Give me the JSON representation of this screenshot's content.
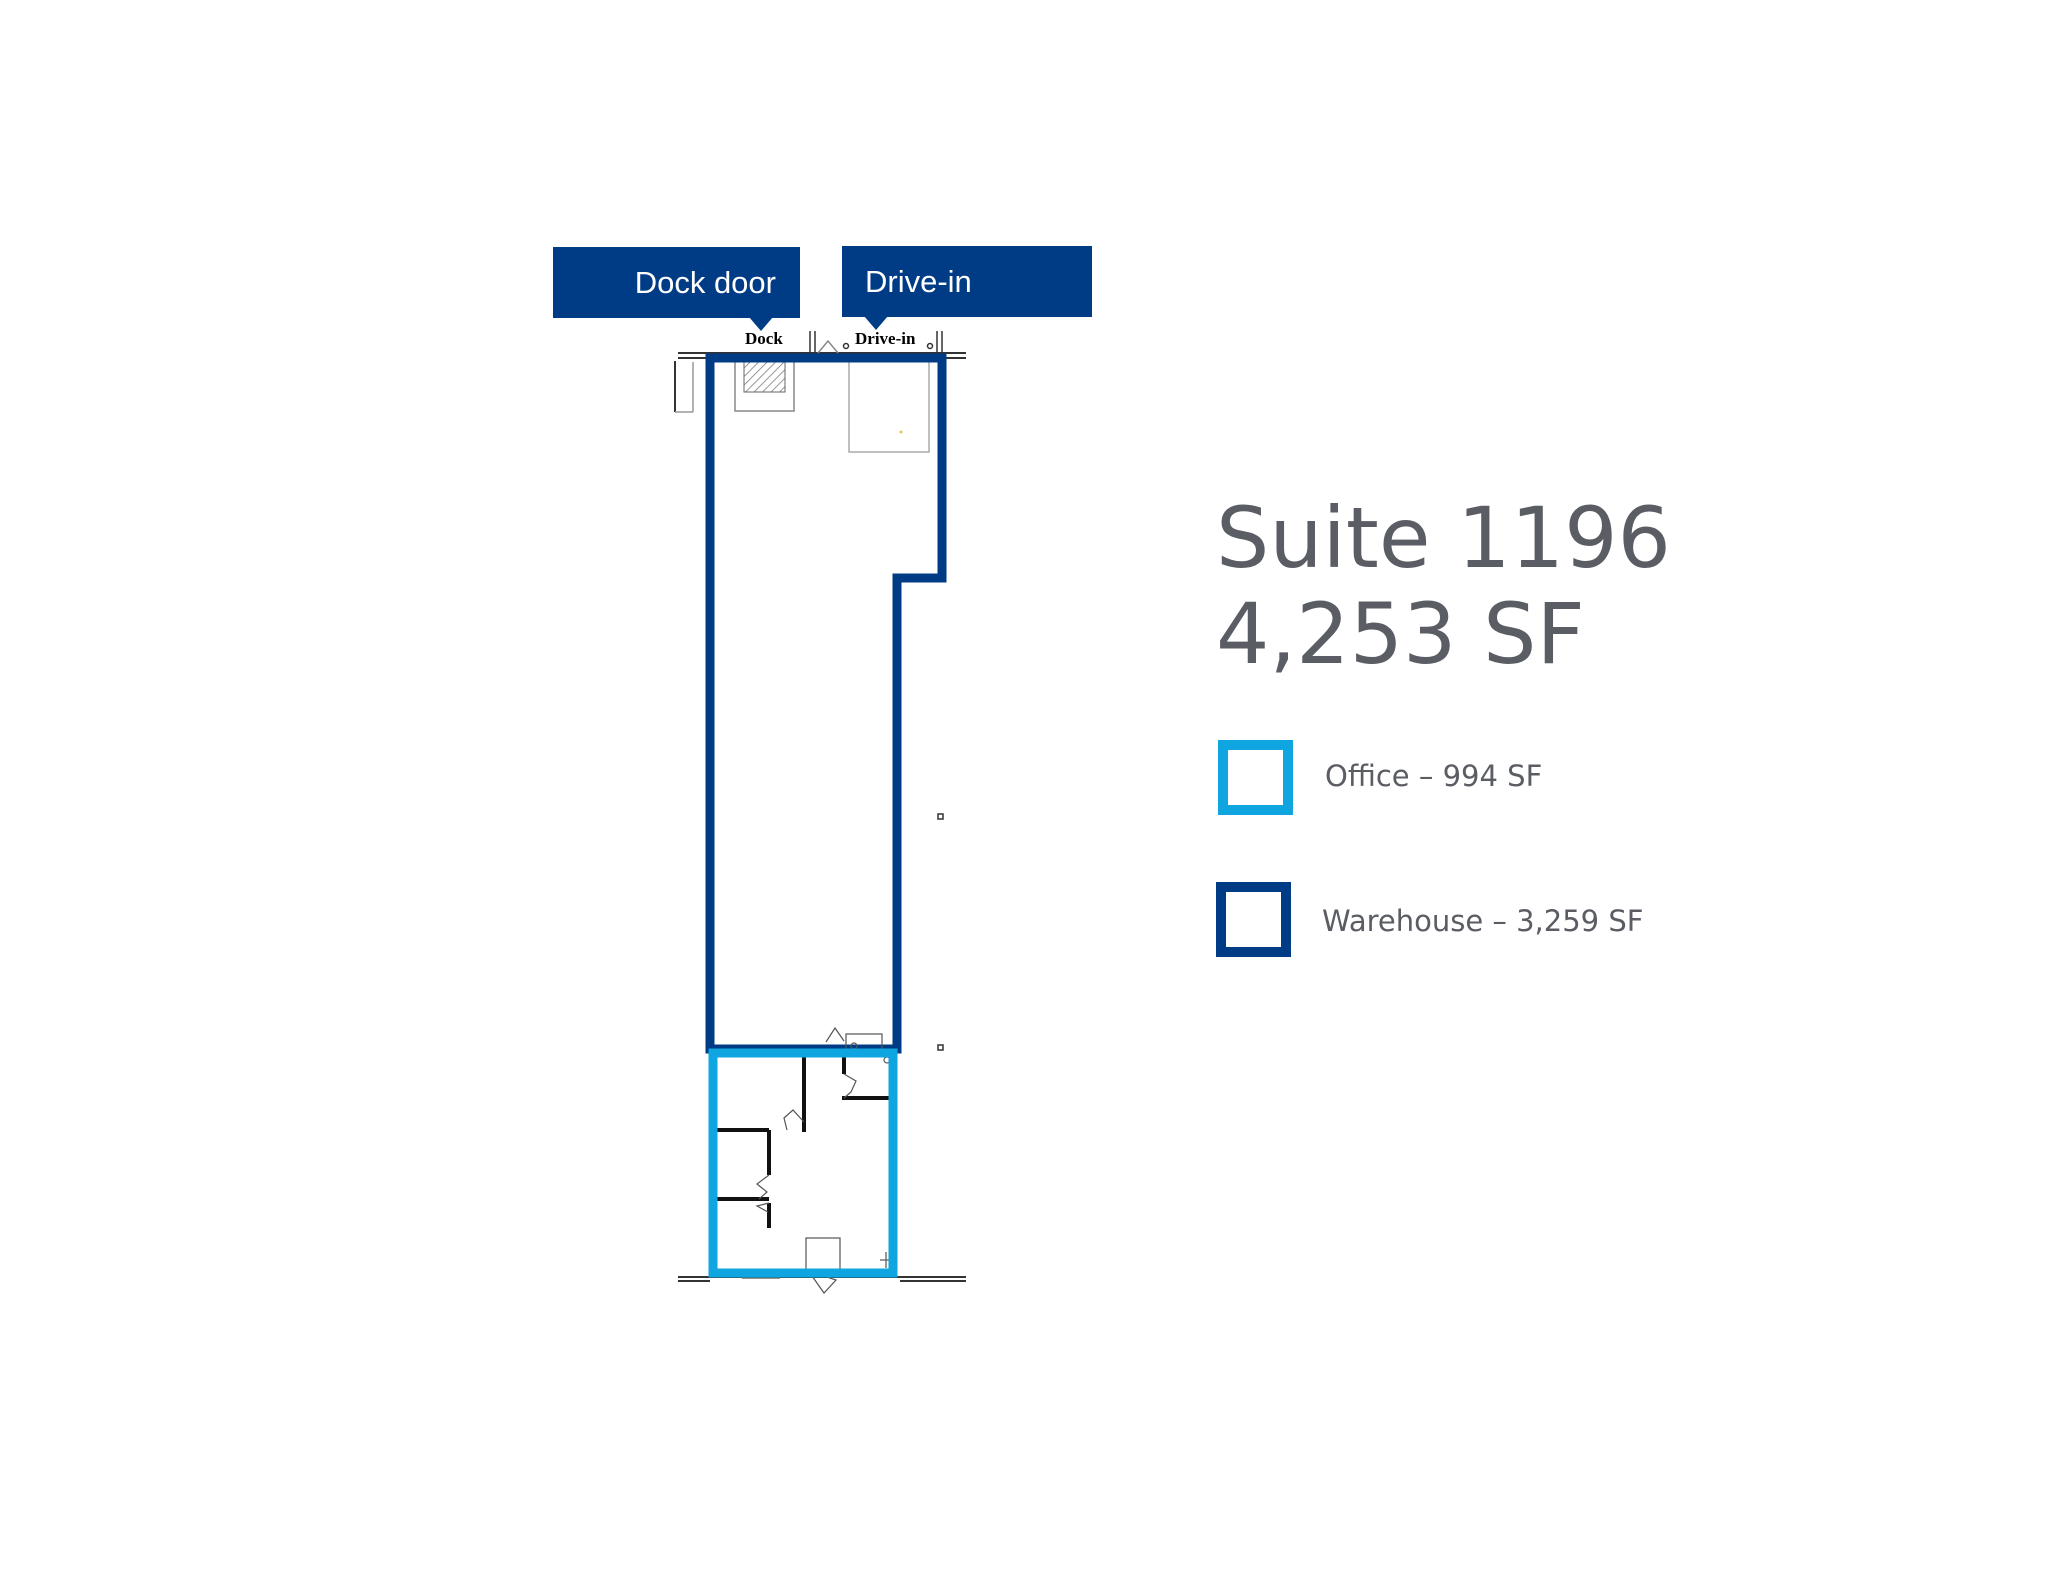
{
  "callouts": {
    "dock_door": "Dock door",
    "drive_in": "Drive-in"
  },
  "plan_labels": {
    "dock": "Dock",
    "drive_in": "Drive-in"
  },
  "suite": {
    "name": "Suite 1196",
    "area": "4,253 SF"
  },
  "legend": {
    "office": {
      "label": "Office – 994 SF",
      "color": "#0ea5e0"
    },
    "warehouse": {
      "label": "Warehouse – 3,259 SF",
      "color": "#003c85"
    }
  },
  "colors": {
    "callout_bg": "#003c85",
    "text_gray": "#5a5d63"
  }
}
